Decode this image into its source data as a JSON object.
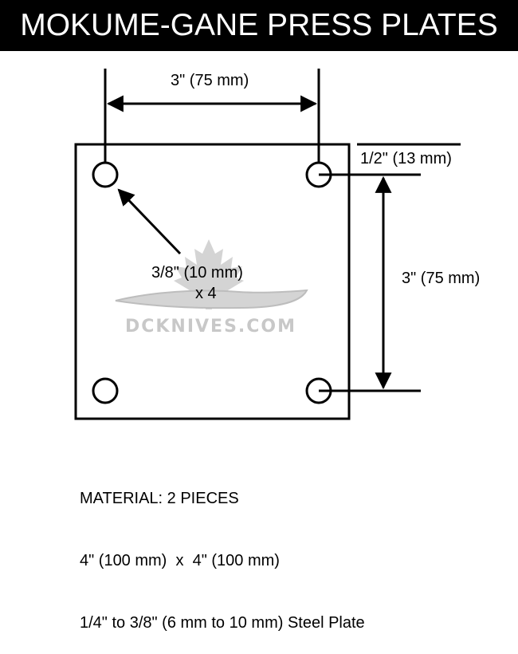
{
  "title": "MOKUME-GANE PRESS PLATES",
  "dimensions": {
    "top_width": "3\" (75 mm)",
    "edge_offset": "1/2\" (13 mm)",
    "right_height": "3\" (75 mm)",
    "hole_size": "3/8\" (10 mm)",
    "hole_count": "x 4"
  },
  "watermark": {
    "text": "DCKNIVES.COM",
    "icon": "maple-leaf-knife-logo"
  },
  "material": {
    "line1": "MATERIAL: 2 PIECES",
    "line2": "4\" (100 mm)  x  4\" (100 mm)",
    "line3": "1/4\" to 3/8\" (6 mm to 10 mm) Steel Plate"
  },
  "colors": {
    "title_bg": "#000000",
    "title_fg": "#ffffff",
    "line": "#000000",
    "watermark": "#c8c8c8"
  }
}
